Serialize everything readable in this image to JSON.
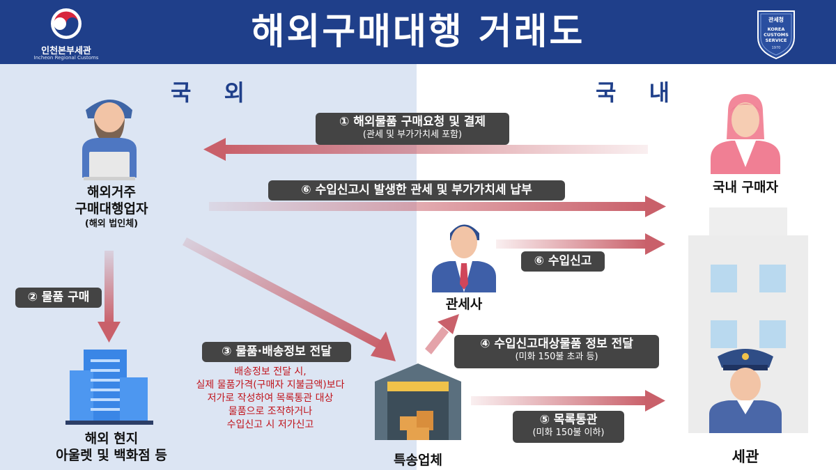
{
  "header": {
    "title": "해외구매대행 거래도",
    "org_name_ko": "인천본부세관",
    "org_name_en": "Incheon Regional Customs",
    "kcs_logo_title": "관세청",
    "kcs_logo_lines": [
      "KOREA",
      "CUSTOMS",
      "SERVICE"
    ],
    "kcs_logo_year": "1970"
  },
  "regions": {
    "abroad": "국 외",
    "domestic": "국 내"
  },
  "actors": {
    "agent": {
      "line1": "해외거주",
      "line2": "구매대행업자",
      "note": "(해외 법인체)"
    },
    "outlet": {
      "line1": "해외 현지",
      "line2": "아울렛 및 백화점 등"
    },
    "buyer": {
      "label": "국내 구매자"
    },
    "broker": {
      "label": "관세사"
    },
    "courier": {
      "label": "특송업체"
    },
    "customs": {
      "label": "세관"
    }
  },
  "steps": {
    "s1": {
      "main": "① 해외물품 구매요청 및 결제",
      "sub": "(관세 및 부가가치세 포함)"
    },
    "s6a": {
      "main": "⑥ 수입신고시 발생한 관세 및 부가가치세 납부"
    },
    "s6b": {
      "main": "⑥ 수입신고"
    },
    "s2": {
      "main": "② 물품 구매"
    },
    "s3": {
      "main": "③ 물품·배송정보 전달"
    },
    "s4": {
      "main": "④ 수입신고대상물품 정보 전달",
      "sub": "(미화 150불 초과 등)"
    },
    "s5": {
      "main": "⑤  목록통관",
      "sub": "(미화 150불 이하)"
    }
  },
  "warning_lines": [
    "배송정보 전달 시,",
    "실제 물품가격(구매자 지불금액)보다",
    "저가로 작성하여 목록통관 대상",
    "물품으로 조작하거나",
    "수입신고 시 저가신고"
  ],
  "colors": {
    "header": "#1f3f8a",
    "abroad_panel": "#dce5f3",
    "arrow": "#c9606a",
    "step_box": "#444444",
    "warning_text": "#c0141c",
    "building_blue": "#3a86e6"
  },
  "icons": {
    "org_logo": "taegeuk-emblem-icon",
    "kcs_logo": "shield-emblem-icon",
    "agent": "man-with-laptop-icon",
    "buyer": "woman-icon",
    "broker": "man-in-suit-icon",
    "courier": "warehouse-icon",
    "customs": "customs-officer-icon",
    "outlet": "office-building-icon",
    "domestic_building": "office-building-icon"
  }
}
